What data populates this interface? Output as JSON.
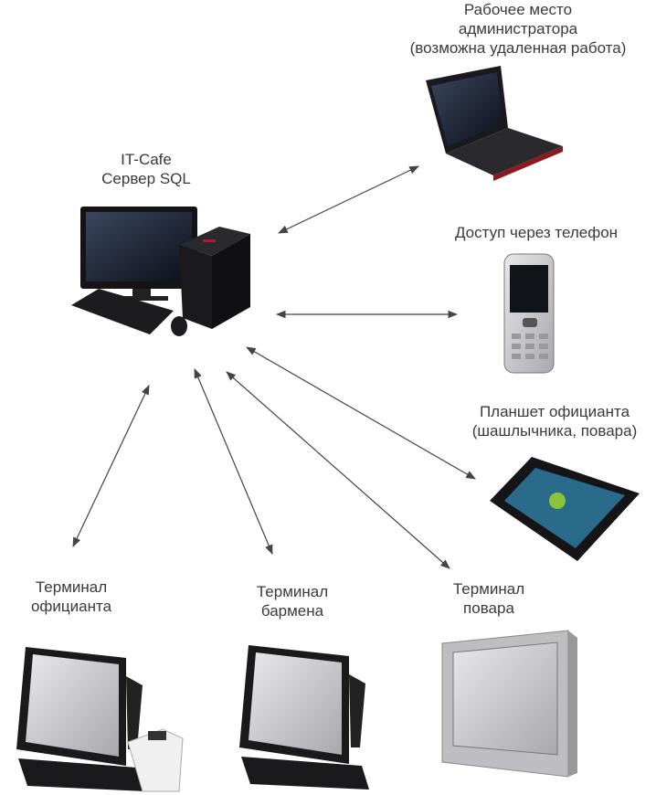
{
  "nodes": {
    "admin": {
      "lines": [
        "Рабочее место",
        "администратора",
        "(возможна удаленная работа)"
      ]
    },
    "server": {
      "lines": [
        "IT-Cafe",
        "Сервер SQL"
      ]
    },
    "phone": {
      "lines": [
        "Доступ через телефон"
      ]
    },
    "tablet": {
      "lines": [
        "Планшет официанта",
        "(шашлычника, повара)"
      ]
    },
    "waiter_terminal": {
      "lines": [
        "Терминал",
        "официанта"
      ]
    },
    "bartender_terminal": {
      "lines": [
        "Терминал",
        "бармена"
      ]
    },
    "cook_terminal": {
      "lines": [
        "Терминал",
        "повара"
      ]
    }
  },
  "colors": {
    "arrow": "#444444",
    "device_dark": "#1e1e22",
    "screen": "#2b3a55",
    "silver": "#c8c8cc"
  }
}
